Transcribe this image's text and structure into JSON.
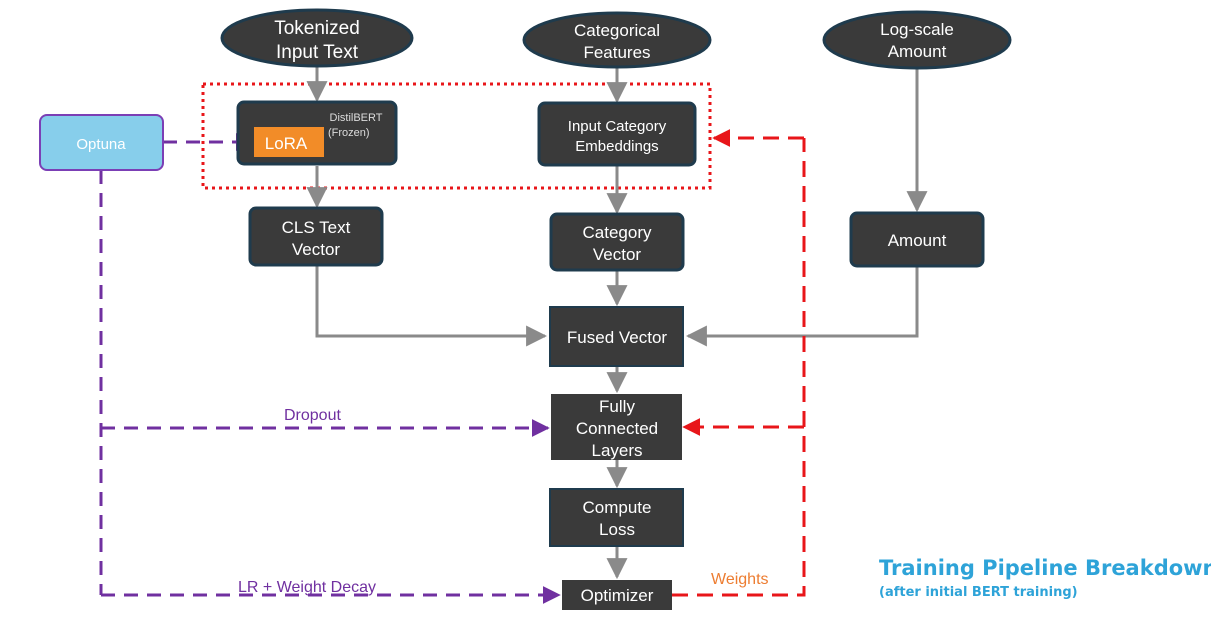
{
  "nodes": {
    "tokenized_input": [
      "Tokenized",
      "Input Text"
    ],
    "categorical_features": [
      "Categorical",
      "Features"
    ],
    "log_scale_amount": [
      "Log-scale",
      "Amount"
    ],
    "optuna": "Optuna",
    "distilbert": [
      "DistilBERT",
      "(Frozen)"
    ],
    "lora": "LoRA",
    "input_category_embeddings": [
      "Input Category",
      "Embeddings"
    ],
    "cls_text_vector": [
      "CLS Text",
      "Vector"
    ],
    "category_vector": [
      "Category",
      "Vector"
    ],
    "amount": "Amount",
    "fused_vector": "Fused Vector",
    "fully_connected": [
      "Fully",
      "Connected",
      "Layers"
    ],
    "compute_loss": [
      "Compute",
      "Loss"
    ],
    "optimizer": "Optimizer"
  },
  "edge_labels": {
    "dropout": "Dropout",
    "lr_weight_decay": "LR + Weight Decay",
    "weights": "Weights"
  },
  "colors": {
    "dark_fill": "#3a3a3a",
    "dark_stroke": "#1f3b4d",
    "optuna_fill": "#87CEEB",
    "optuna_stroke": "#7b3fb5",
    "lora_fill": "#F28C28",
    "gray_arrow": "#8a8a8a",
    "purple_dashed": "#7030A0",
    "red_dashed": "#E8161A",
    "weights_label": "#ED7D31",
    "title": "#2EA3D8"
  },
  "caption": {
    "title": "Training Pipeline Breakdown",
    "subtitle": "(after initial BERT training)"
  }
}
